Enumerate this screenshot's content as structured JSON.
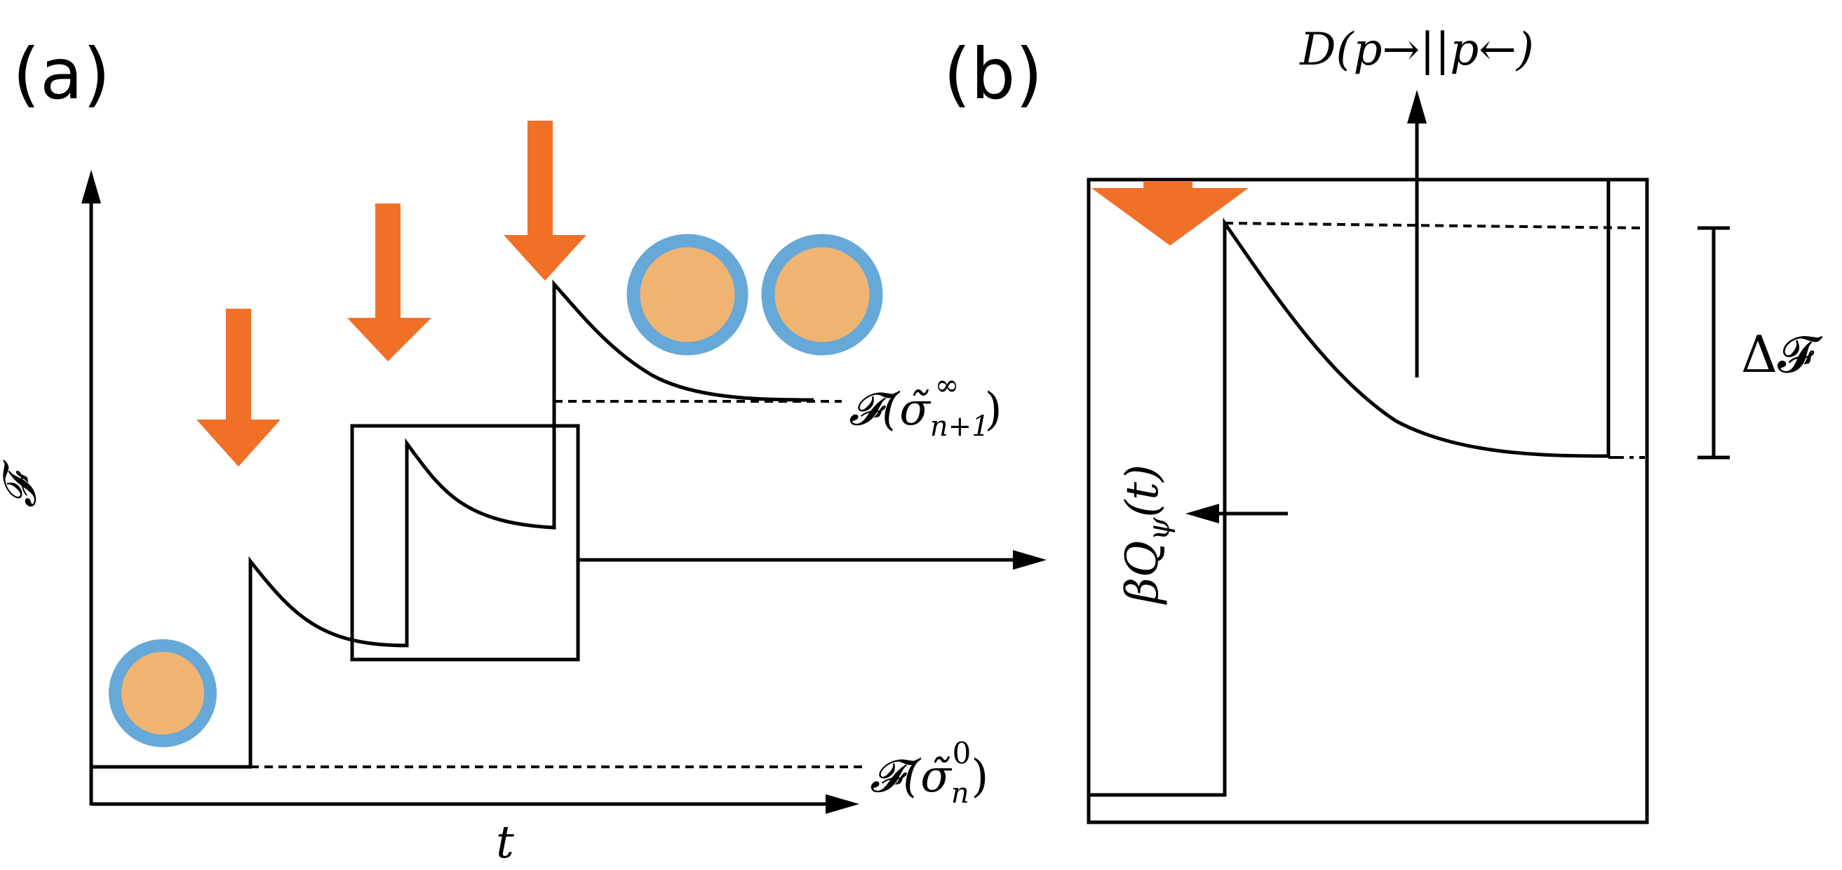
{
  "panels": {
    "a": {
      "tag": "(a)"
    },
    "b": {
      "tag": "(b)"
    }
  },
  "axes": {
    "x_label": "t",
    "y_label": "𝓕"
  },
  "labels": {
    "f_sigma_n0": {
      "base": "𝓕(σ̃",
      "sub": "n",
      "sup": "0",
      "close": ")"
    },
    "f_sigma_np1_inf": {
      "base": "𝓕(σ̃",
      "sub": "n+1",
      "sup": "∞",
      "close": ")"
    },
    "divergence": "D(p→||p←)",
    "heat": {
      "pre": "βQ",
      "sub": "ψ",
      "post": "(t)"
    },
    "delta_f": "Δ𝓕"
  },
  "colors": {
    "arrow_orange": "#F07028",
    "particle_fill": "#F0B472",
    "particle_ring": "#66A8D8",
    "ink": "#000000"
  }
}
